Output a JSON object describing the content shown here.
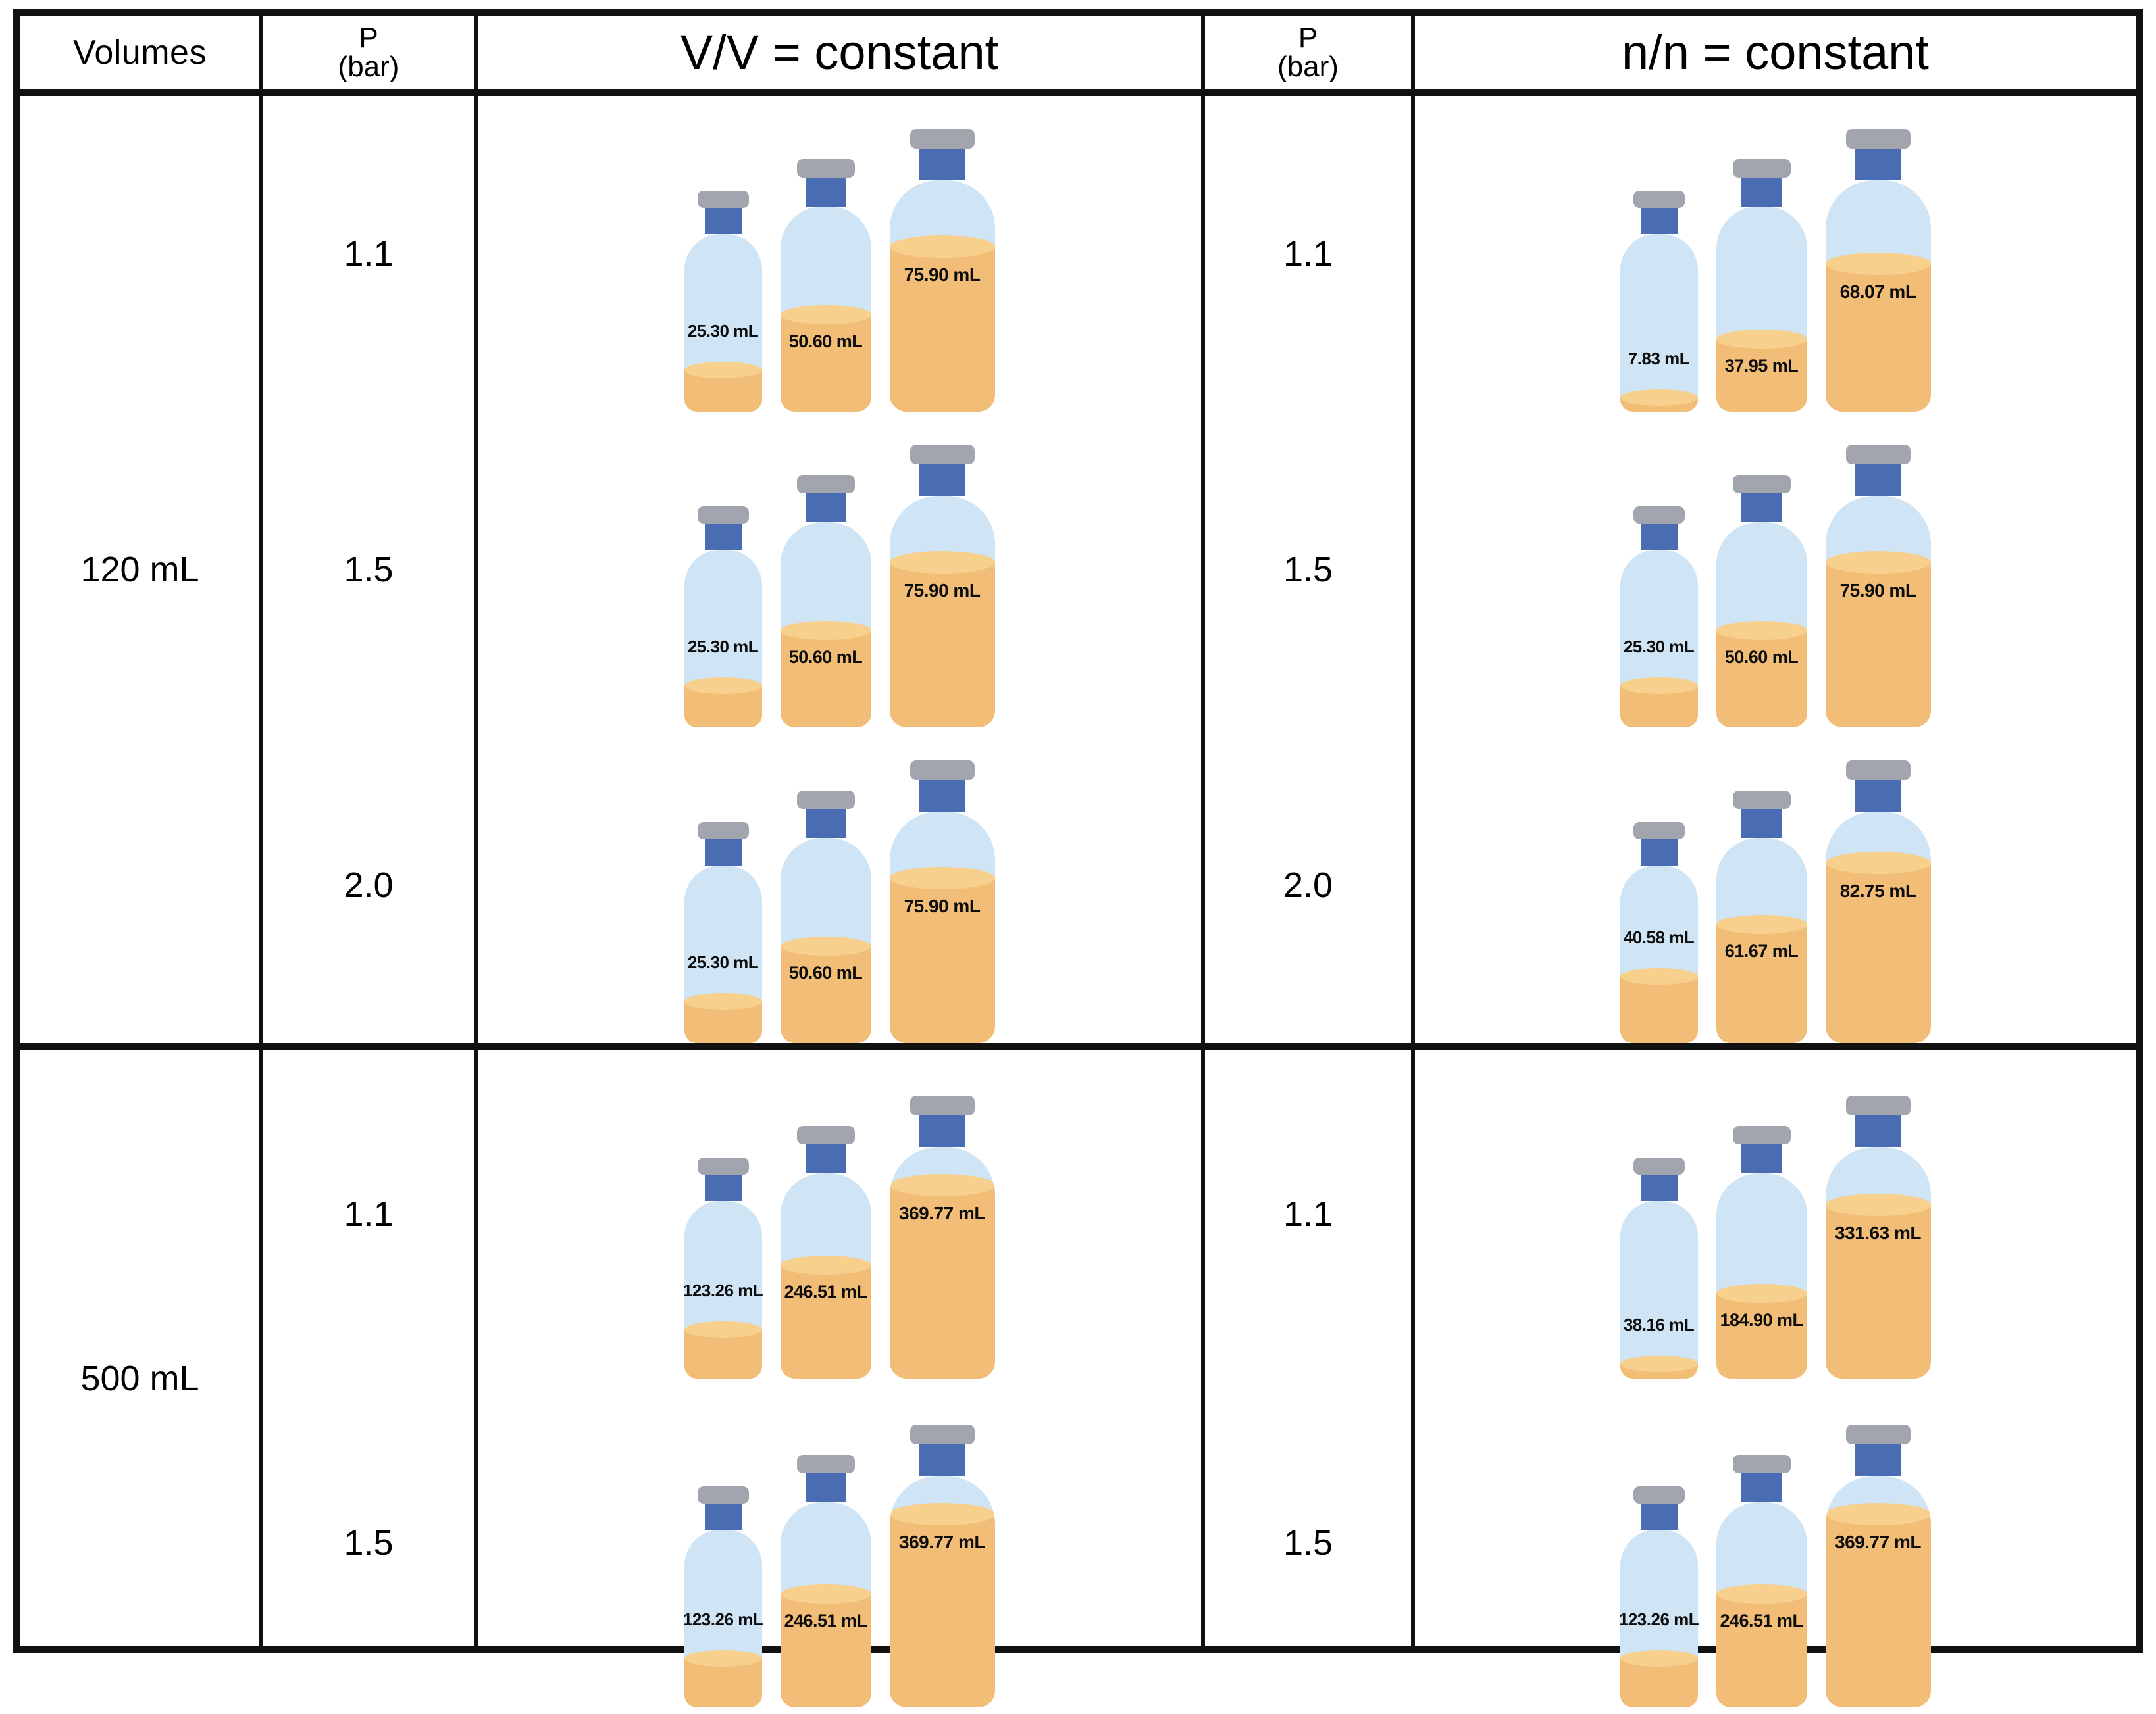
{
  "header": {
    "col_volumes": "Volumes",
    "col_p1_line1": "P",
    "col_p1_line2": "(bar)",
    "col_vv": "V/V = constant",
    "col_p2_line1": "P",
    "col_p2_line2": "(bar)",
    "col_nn": "n/n = constant"
  },
  "colors": {
    "glass": "#cfe4f4",
    "liquid": "#f2bd77",
    "meniscus": "#f7d08e",
    "cap": "#a2a5ad",
    "neck": "#4a6cb3",
    "rule": "#111111"
  },
  "chart_data": {
    "type": "table",
    "title": "Volumes vs pressure — V/V = constant and n/n = constant",
    "columns": [
      "Volumes",
      "P (bar)",
      "V/V = constant",
      "P (bar)",
      "n/n = constant"
    ],
    "units": "mL",
    "sections": [
      {
        "volume": "120 mL",
        "nominal_volume": 120,
        "rows": [
          {
            "pressure_left": "1.1",
            "vv": [
              "25.30 mL",
              "50.60 mL",
              "75.90 mL"
            ],
            "vv_values": [
              25.3,
              50.6,
              75.9
            ],
            "pressure_right": "1.1",
            "nn": [
              "7.83 mL",
              "37.95 mL",
              "68.07 mL"
            ],
            "nn_values": [
              7.83,
              37.95,
              68.07
            ]
          },
          {
            "pressure_left": "1.5",
            "vv": [
              "25.30 mL",
              "50.60 mL",
              "75.90 mL"
            ],
            "vv_values": [
              25.3,
              50.6,
              75.9
            ],
            "pressure_right": "1.5",
            "nn": [
              "25.30 mL",
              "50.60 mL",
              "75.90 mL"
            ],
            "nn_values": [
              25.3,
              50.6,
              75.9
            ]
          },
          {
            "pressure_left": "2.0",
            "vv": [
              "25.30 mL",
              "50.60 mL",
              "75.90 mL"
            ],
            "vv_values": [
              25.3,
              50.6,
              75.9
            ],
            "pressure_right": "2.0",
            "nn": [
              "40.58 mL",
              "61.67 mL",
              "82.75 mL"
            ],
            "nn_values": [
              40.58,
              61.67,
              82.75
            ]
          }
        ]
      },
      {
        "volume": "500 mL",
        "nominal_volume": 500,
        "rows": [
          {
            "pressure_left": "1.1",
            "vv": [
              "123.26 mL",
              "246.51 mL",
              "369.77 mL"
            ],
            "vv_values": [
              123.26,
              246.51,
              369.77
            ],
            "pressure_right": "1.1",
            "nn": [
              "38.16 mL",
              "184.90 mL",
              "331.63 mL"
            ],
            "nn_values": [
              38.16,
              184.9,
              331.63
            ]
          },
          {
            "pressure_left": "1.5",
            "vv": [
              "123.26 mL",
              "246.51 mL",
              "369.77 mL"
            ],
            "vv_values": [
              123.26,
              246.51,
              369.77
            ],
            "pressure_right": "1.5",
            "nn": [
              "123.26 mL",
              "246.51 mL",
              "369.77 mL"
            ],
            "nn_values": [
              123.26,
              246.51,
              369.77
            ]
          }
        ]
      }
    ]
  }
}
